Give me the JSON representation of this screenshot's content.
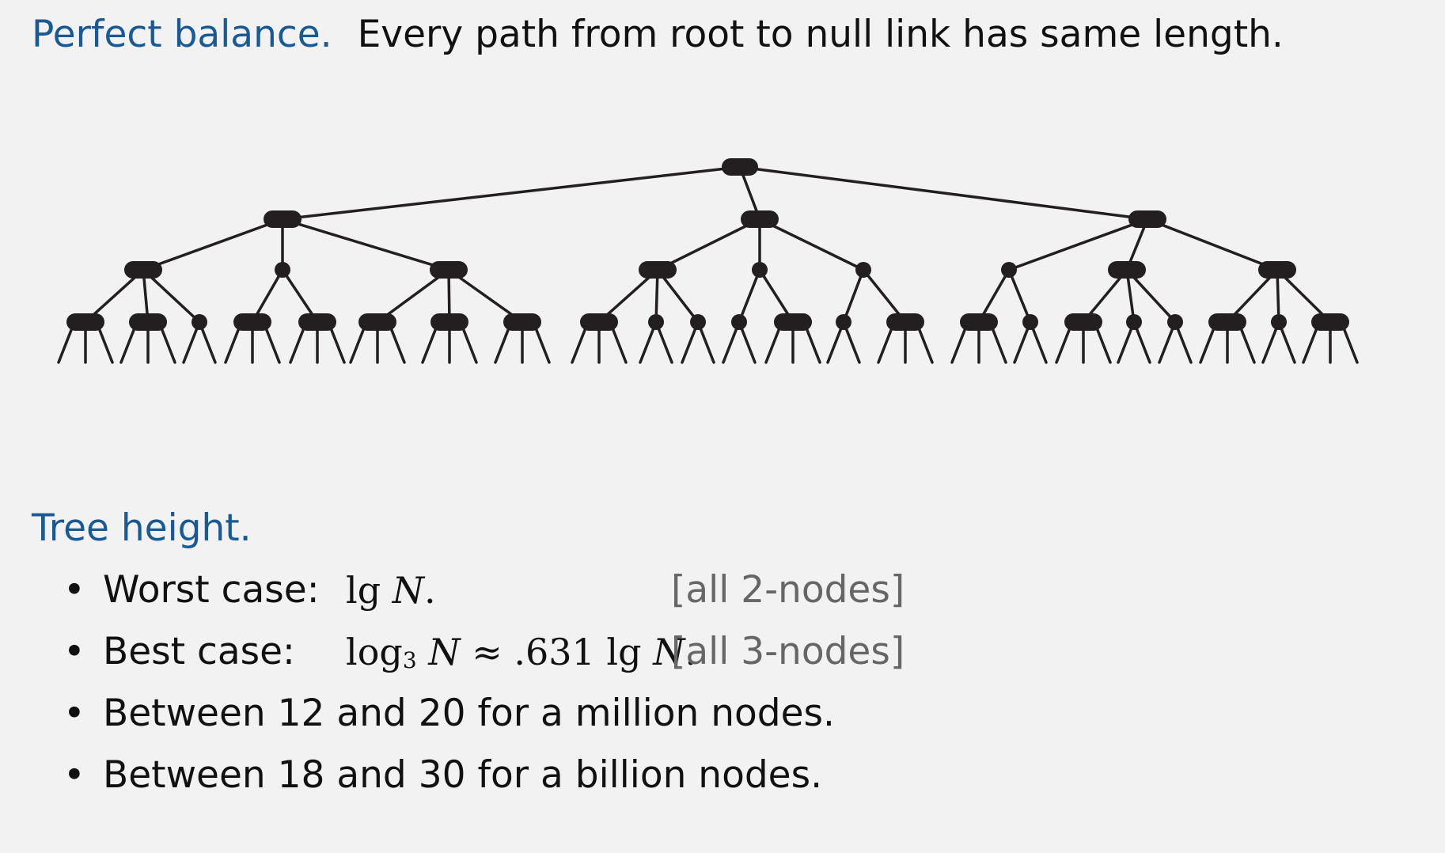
{
  "balance": {
    "heading": "Perfect balance.",
    "text": "Every path from root to null link has same length."
  },
  "tree_diagram": {
    "node_colors": {
      "fill": "#231f20",
      "stroke": "#231f20"
    },
    "nodes": [
      {
        "id": "root",
        "kind": "2-node"
      },
      {
        "id": "L",
        "kind": "3-node"
      },
      {
        "id": "M",
        "kind": "3-node"
      },
      {
        "id": "R",
        "kind": "3-node"
      }
    ]
  },
  "height": {
    "heading": "Tree height.",
    "items": [
      {
        "label": "Worst case:",
        "math_pre": "lg",
        "math_var": "N",
        "math_post": ".",
        "note": "[all 2-nodes]"
      },
      {
        "label": "Best case:",
        "math_pre": "log",
        "math_sub": "3",
        "math_mid": "≈ .631 lg",
        "math_var": "N",
        "math_post": ".",
        "note": "[all 3-nodes]"
      },
      {
        "label": "Between 12 and 20 for a million nodes."
      },
      {
        "label": "Between 18 and 30 for a billion nodes."
      }
    ]
  }
}
